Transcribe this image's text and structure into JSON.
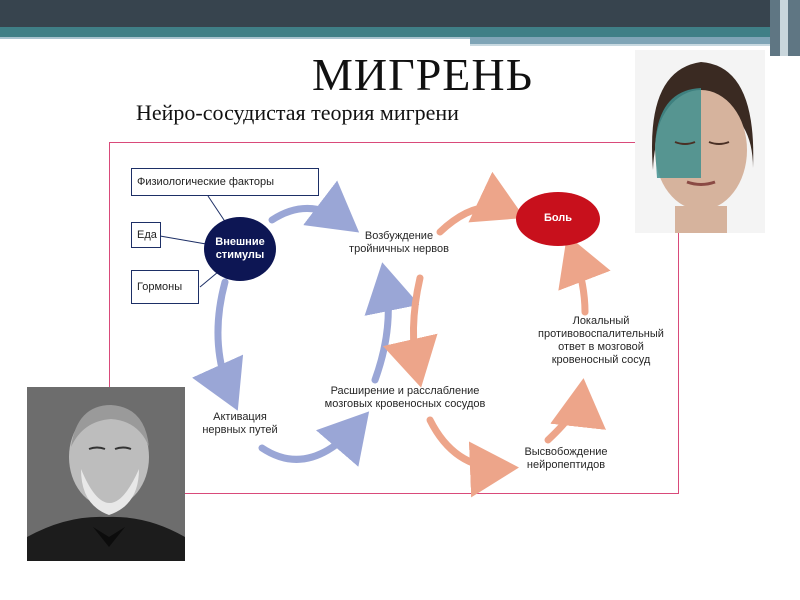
{
  "slide": {
    "title": "МИГРЕНЬ",
    "subtitle": "Нейро-сосудистая теория мигрени"
  },
  "diagram": {
    "factor_boxes": [
      "Физиологические факторы",
      "Еда",
      "Гормоны"
    ],
    "external_node": "Внешние стимулы",
    "pain_node": "Боль",
    "trigeminal": "Возбуждение тройничных нервов",
    "activation": "Активация нервных путей",
    "dilation": "Расширение и расслабление мозговых кровеносных сосудов",
    "local_response": "Локальный противовоспалительный ответ в мозговой кровеносный сосуд",
    "neuropeptides": "Высвобождение нейропептидов"
  },
  "colors": {
    "topbar": "#37444e",
    "accent_teal": "#3f7f86",
    "node_dark": "#0d1654",
    "node_red": "#c8101c",
    "arrow_blue": "#9aa6d6",
    "arrow_salmon": "#eda58a",
    "panel_border": "#d94a7a"
  },
  "images": {
    "face": "woman-migraine-photo",
    "portrait": "bearded-man-portrait"
  }
}
